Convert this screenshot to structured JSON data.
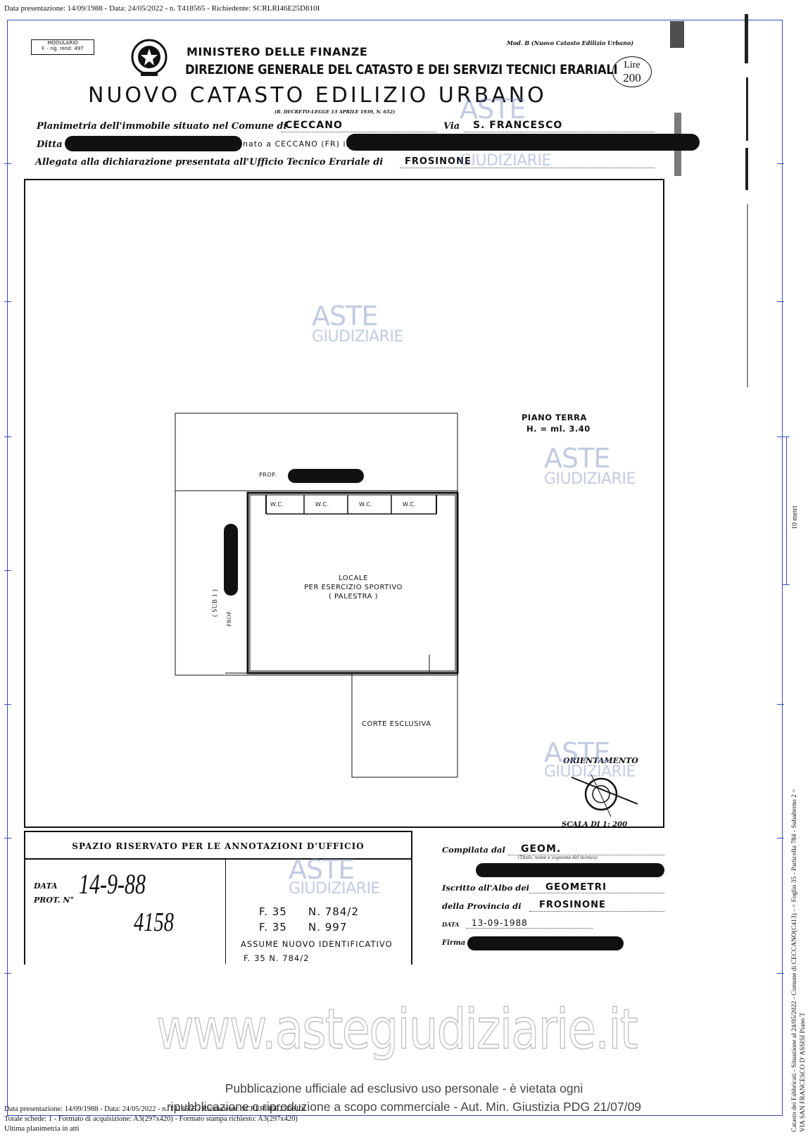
{
  "header_meta": "Data presentazione: 14/09/1988 - Data: 24/05/2022 - n. T418565 - Richiedente: SCRLRI46E25D810I",
  "form": {
    "modulario_line1": "MODULARIO",
    "modulario_line2": "F. - rig. rend. 497",
    "mod_b": "Mod. B (Nuovo Catasto Edilizio Urbano)",
    "ministero": "MINISTERO DELLE FINANZE",
    "direzione": "DIREZIONE GENERALE DEL CATASTO E DEI SERVIZI TECNICI ERARIALI",
    "nuovo_catasto": "NUOVO CATASTO EDILIZIO URBANO",
    "decreto": "(R. DECRETO-LEGGE 13 APRILE 1939, N. 652)",
    "lire_label": "Lire",
    "lire_value": "200"
  },
  "fields": {
    "planimetria_label": "Planimetria dell'immobile situato nel Comune di",
    "comune": "CECCANO",
    "via_label": "Via",
    "via": "S. FRANCESCO",
    "ditta_label": "Ditta",
    "ditta_fragment": "nato a CECCANO (FR) il",
    "allegata_label": "Allegata alla dichiarazione presentata all'Ufficio Tecnico Erariale di",
    "ufficio": "FROSINONE"
  },
  "plan": {
    "piano_line1": "PIANO TERRA",
    "piano_line2": "H. = ml. 3.40",
    "prop_top": "PROP.",
    "wc": [
      "W.C.",
      "W.C.",
      "W.C.",
      "W.C."
    ],
    "locale_line1": "LOCALE",
    "locale_line2": "PER ESERCIZIO SPORTIVO",
    "locale_line3": "( PALESTRA )",
    "prop_side": "PROP.",
    "sub_side": "( SUB 1 )",
    "corte": "CORTE ESCLUSIVA",
    "orientamento": "ORIENTAMENTO",
    "scala": "SCALA DI 1: 200"
  },
  "annotations": {
    "title": "SPAZIO RISERVATO PER LE ANNOTAZIONI D'UFFICIO",
    "data_label": "DATA",
    "prot_label": "PROT. N°",
    "handwritten_date": "14-9-88",
    "handwritten_prot": "4158",
    "f1": "F. 35",
    "n1": "N. 784/2",
    "f2": "F. 35",
    "n2": "N. 997",
    "assume": "ASSUME NUOVO IDENTIFICATIVO",
    "new_id": "F. 35 N. 784/2"
  },
  "compiler": {
    "compilata_label": "Compilata dal",
    "compilata_value": "GEOM.",
    "titolo_note": "(Titolo, nome e cognome del tecnico)",
    "iscritto_label": "Iscritto all'Albo dei",
    "iscritto_value": "GEOMETRI",
    "provincia_label": "della Provincia di",
    "provincia_value": "FROSINONE",
    "data_label": "DATA",
    "data_value": "13-09-1988",
    "firma_label": "Firma"
  },
  "watermarks": {
    "aste": "ASTE",
    "giudiziarie": "GIUDIZIARIE",
    "site": "www.astegiudiziarie.it"
  },
  "disclaimer": {
    "line1": "Pubblicazione ufficiale ad esclusivo uso personale - è vietata ogni",
    "line2": "ripubblicazione o riproduzione a scopo commerciale - Aut. Min. Giustizia PDG 21/07/09"
  },
  "footer": {
    "line1": "Data presentazione: 14/09/1988 - Data: 24/05/2022 - n. T418565 - Richiedente: SCRLRI46E25D810I",
    "line2": "Totale schede: 1 - Formato di acquisizione: A3(297x420) - Formato stampa richiesto: A3(297x420)",
    "line3": "Ultima planimetria in atti"
  },
  "side": {
    "scale_label": "10 metri",
    "catasto_line1": "Catasto dei Fabbricati - Situazione al 24/05/2022 - Comune di CECCANO(C413) - < Foglio 35 - Particella 784 - Subalterno 2 >",
    "catasto_line2": "VIA SAN FRANCESCO D' ASSISI Piano T"
  }
}
